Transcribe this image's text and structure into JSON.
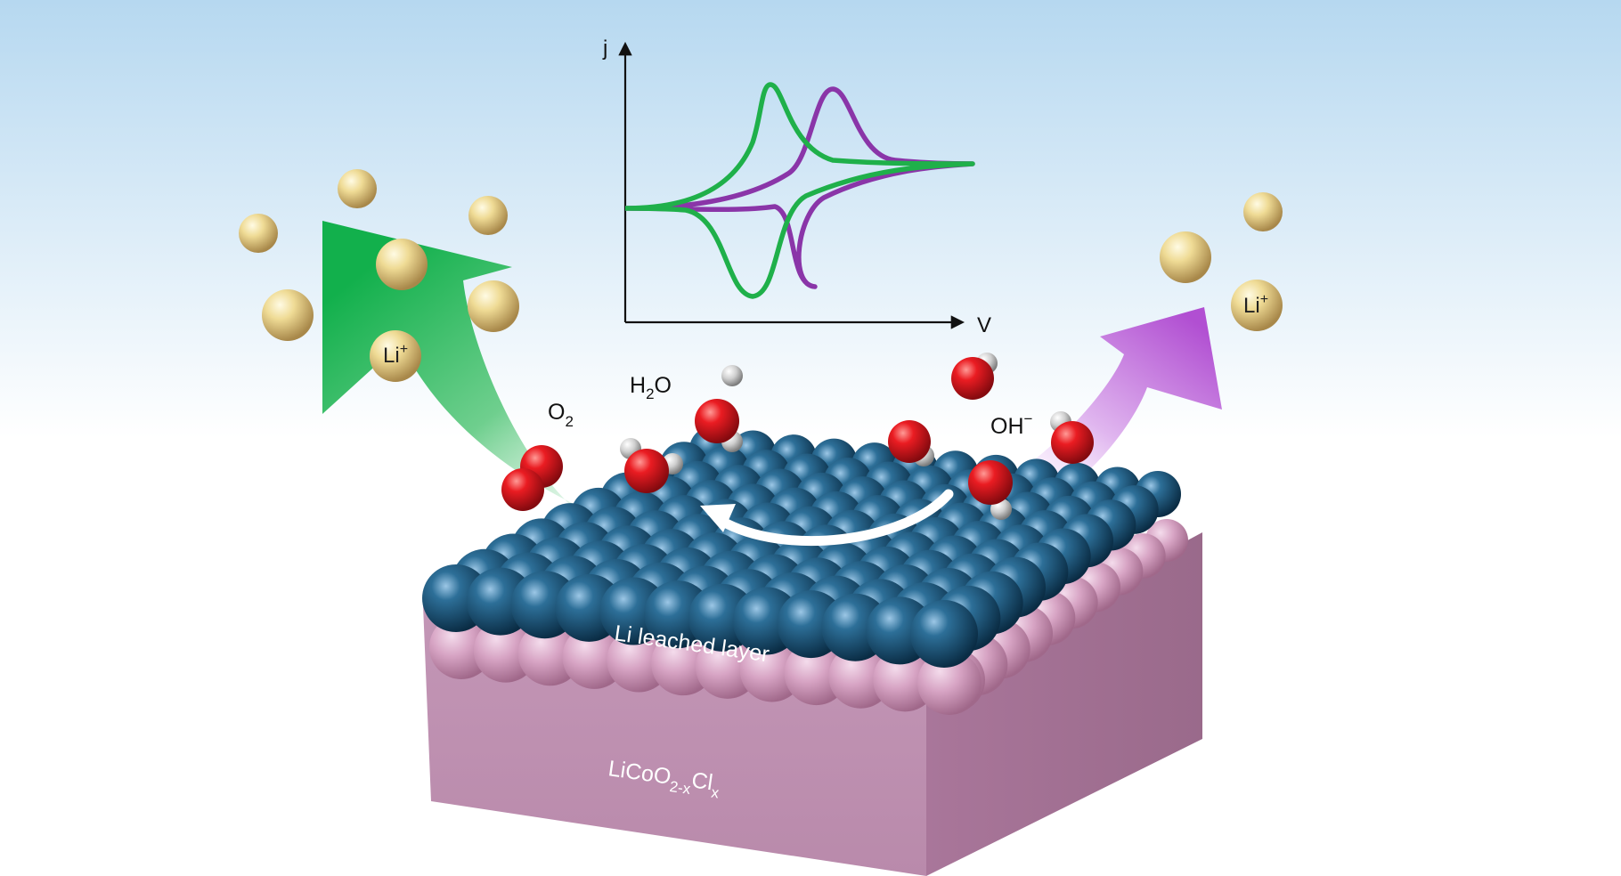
{
  "labels": {
    "axis_y": "j",
    "axis_x": "V",
    "o2": {
      "main": "O",
      "sub": "2"
    },
    "h2o": {
      "pre": "H",
      "sub": "2",
      "post": "O"
    },
    "oh": {
      "main": "OH",
      "sup": "−"
    },
    "li_left": {
      "main": "Li",
      "sup": "+"
    },
    "li_right": {
      "main": "Li",
      "sup": "+"
    },
    "top_layer": "Li leached layer",
    "bulk": {
      "a": "LiCoO",
      "b": "2-x",
      "c": "Cl",
      "d": "x"
    }
  },
  "colors": {
    "green_curve": "#1fb04a",
    "purple_curve": "#8a35a8",
    "cobalt_atom": "#1d5a80",
    "lithium_bulk": "#c98fb3",
    "oxygen": "#e3141b",
    "hydrogen": "#c9c9c9",
    "li_ion": "#e8cf82"
  }
}
